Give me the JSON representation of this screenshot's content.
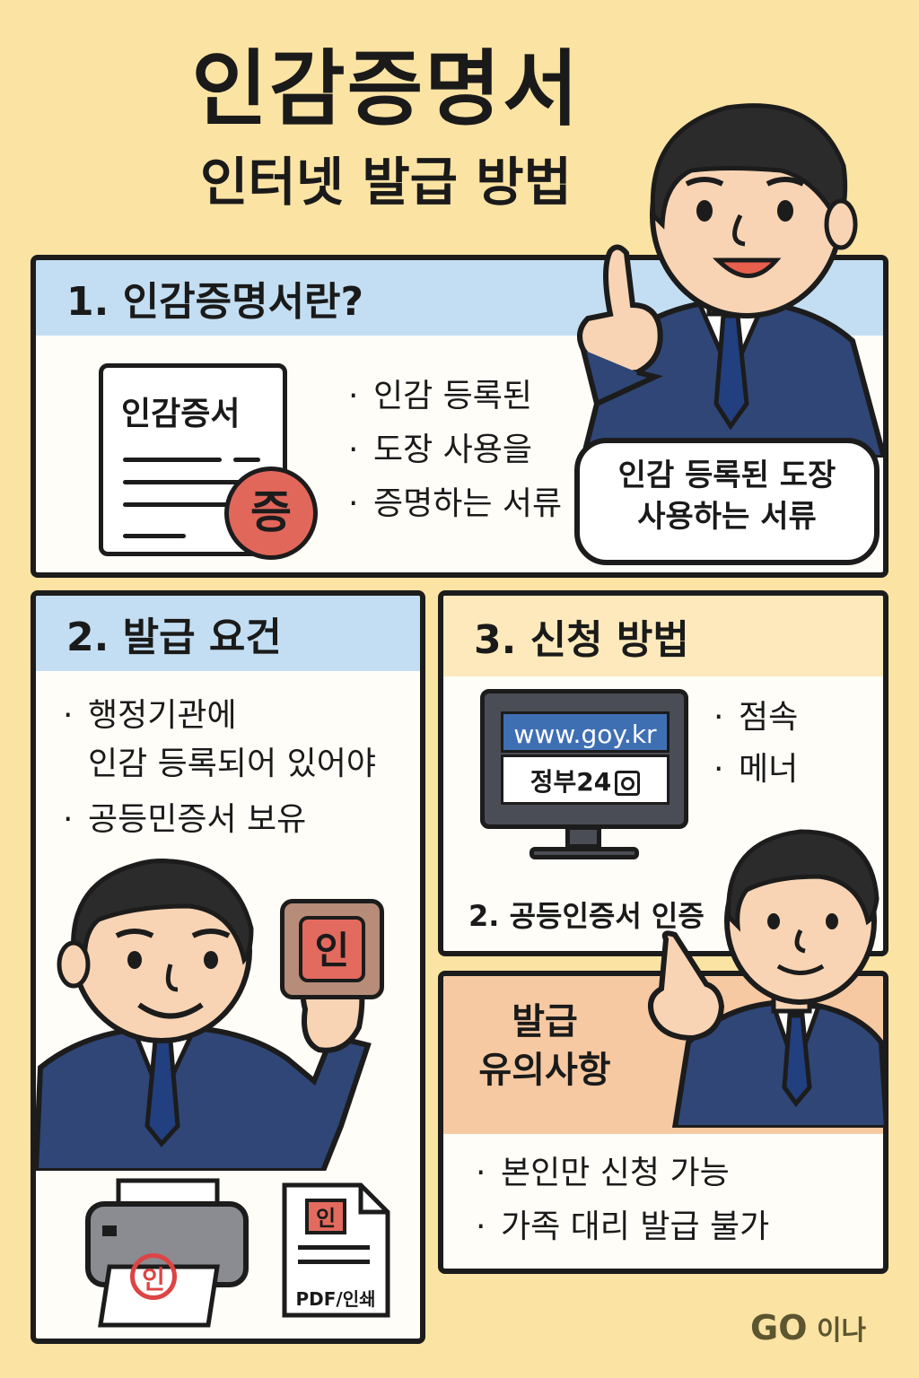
{
  "title": {
    "main": "인감증명서",
    "sub": "인터넷 발급 방법"
  },
  "section1": {
    "heading": "1. 인감증명서란?",
    "doc_title": "인감증서",
    "seal_char": "증",
    "bullets": [
      "인감 등록된",
      "도장 사용을",
      "증명하는 서류"
    ],
    "speech": [
      "인감 등록된 도장",
      "사용하는 서류"
    ]
  },
  "section2": {
    "heading": "2. 발급 요건",
    "bullets": [
      {
        "line1": "행정기관에",
        "line2": "인감 등록되어 있어야"
      },
      {
        "line1": "공등민증서 보유"
      }
    ],
    "stamp_char": "인",
    "printer_seal_char": "인",
    "paper_stamp_char": "인",
    "paper_label": "PDF/인쇄"
  },
  "section3": {
    "heading": "3. 신청 방법",
    "url": "www.goy.kr",
    "gov_label": "정부24",
    "bullets": [
      "점속",
      "메너"
    ],
    "step2": "2. 공등인증서 인증"
  },
  "section4": {
    "heading_lines": [
      "발급",
      "유의사항"
    ],
    "bullets": [
      "본인만 신청 가능",
      "가족 대리 발급 불가"
    ]
  },
  "brand": {
    "go": "GO",
    "name": "이나"
  },
  "colors": {
    "background": "#fbe3a3",
    "panel_blue": "#c3def2",
    "panel_yellow": "#fde9bb",
    "panel_peach": "#f6c9a2",
    "suit": "#2f4677",
    "seal_red": "#e2675b"
  },
  "icons": [
    "document-icon",
    "seal-icon",
    "monitor-icon",
    "stamp-icon",
    "printer-icon",
    "pdf-document-icon"
  ]
}
